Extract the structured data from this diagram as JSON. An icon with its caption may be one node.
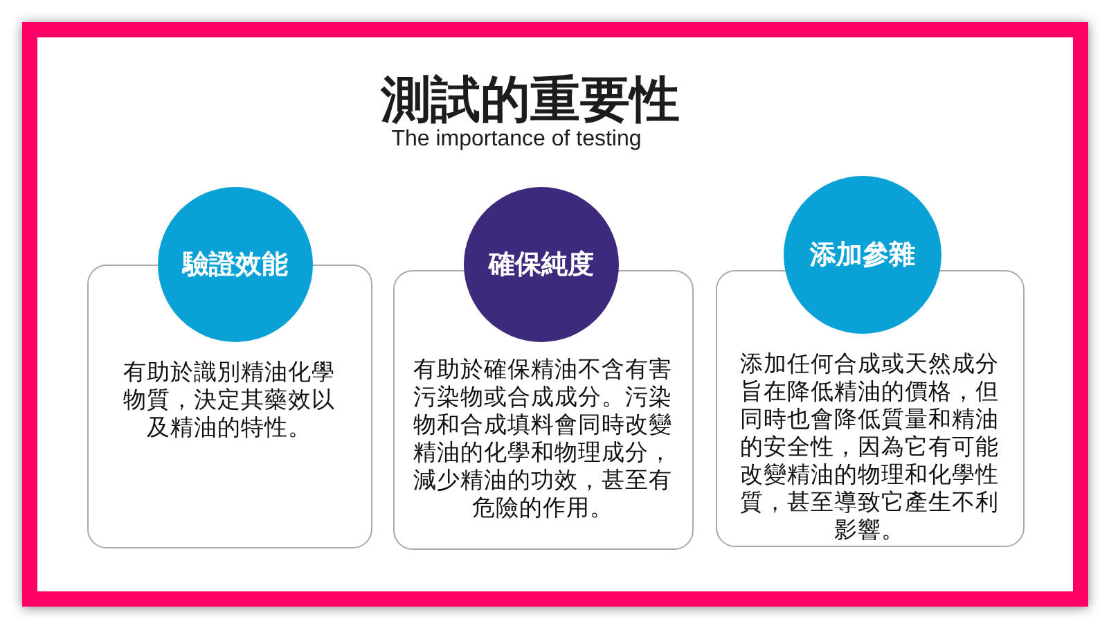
{
  "diagram": {
    "title": "測試的重要性",
    "nodes": [
      {
        "text": [
          "驗證效能"
        ]
      },
      {
        "text": [
          "有助於識別精油化學物質，決定其藥效以及精油的特性。"
        ]
      },
      {
        "text": [
          "確保純度"
        ]
      },
      {
        "text": [
          "有助於確保精油不含有害污染物或合成成分。污染物和合成填料會同時改變精油的化學和物理成分，減少精油的功效，甚至有危險的作用。"
        ]
      },
      {
        "text": [
          "添加參雜"
        ]
      },
      {
        "text": [
          "添加任何合成或天然成分旨在降低精油的價格，但同時也會降低質量和精油的安全性，因為它有可能改變精油的物理和化學性質，甚至導致它產生不利影響。"
        ]
      }
    ],
    "labels": [
      "The importance of testing"
    ]
  }
}
